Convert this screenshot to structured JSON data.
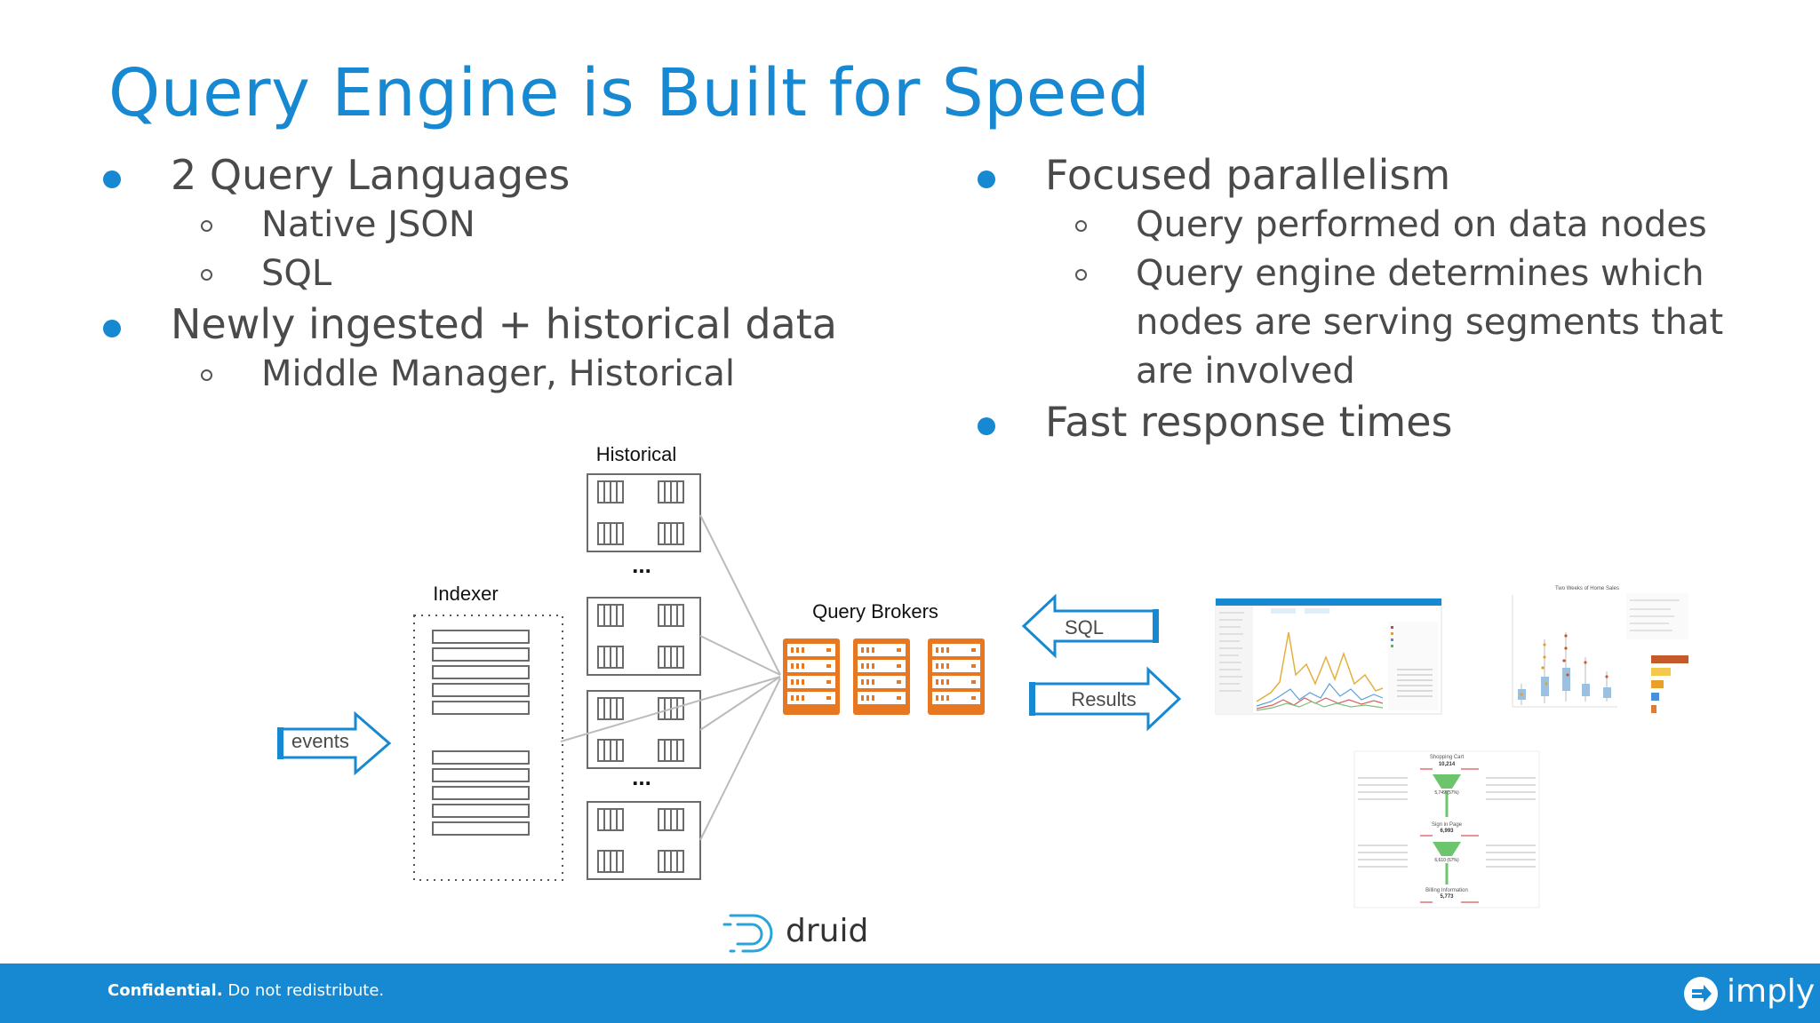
{
  "slide": {
    "title": "Query Engine is Built for Speed"
  },
  "left_bullets": [
    {
      "text": "2 Query Languages",
      "sub": [
        "Native JSON",
        "SQL"
      ]
    },
    {
      "text": "Newly ingested + historical data",
      "sub": [
        "Middle Manager, Historical"
      ]
    }
  ],
  "right_bullets": [
    {
      "text": "Focused parallelism",
      "sub": [
        "Query performed on data nodes",
        "Query engine determines which nodes are serving segments that are involved"
      ]
    },
    {
      "text": "Fast response times",
      "sub": []
    }
  ],
  "right_sub_lines": [
    "Query performed on data nodes",
    "Query engine determines which",
    "nodes are serving segments that",
    "are involved"
  ],
  "diagram": {
    "historical_label": "Historical",
    "indexer_label": "Indexer",
    "brokers_label": "Query Brokers",
    "events_label": "events",
    "sql_label": "SQL",
    "results_label": "Results",
    "ellipsis": "...",
    "druid_label": "druid",
    "screenshot_titles": [
      "Two Weeks of Home Sales",
      "Shopping Cart",
      "Sign in Page",
      "Billing Information"
    ],
    "funnel_values": [
      "10,214",
      "5,749 (57%)",
      "6,993",
      "6,610 (67%)",
      "5,773"
    ]
  },
  "footer": {
    "confidential_bold": "Confidential.",
    "confidential_rest": "Do not redistribute.",
    "logo_text": "imply"
  },
  "colors": {
    "accent": "#1689d2",
    "broker_orange": "#e87722",
    "text": "#4a4a4a"
  }
}
